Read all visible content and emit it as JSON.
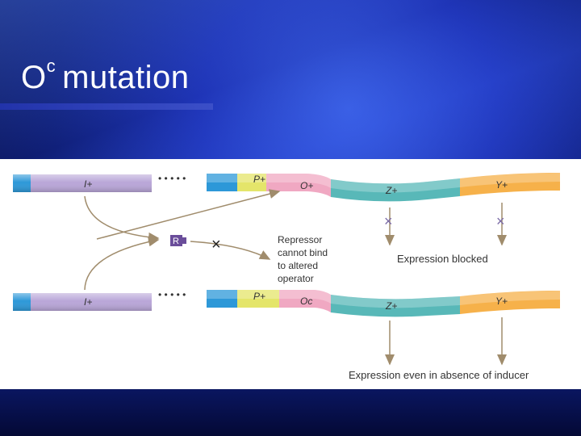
{
  "slide": {
    "title_main": "O",
    "title_sup": "c",
    "title_rest": "mutation"
  },
  "diagram": {
    "top_strand": {
      "i_label": "I+",
      "p_label": "P+",
      "o_label": "O+",
      "z_label": "Z+",
      "y_label": "Y+",
      "dots": "• • • • •"
    },
    "bottom_strand": {
      "i_label": "I+",
      "p_label": "P+",
      "o_label": "Oc",
      "z_label": "Z+",
      "y_label": "Y+",
      "dots": "• • • • •"
    },
    "repressor_label": "R",
    "note_lines": [
      "Repressor",
      "cannot bind",
      "to altered",
      "operator"
    ],
    "blocked_text": "Expression blocked",
    "expression_text": "Expression even in absence of inducer",
    "colors": {
      "i_gene": "#b9a6d8",
      "p_region": "#e4e56a",
      "o_region": "#f0a8c2",
      "z_gene": "#58b8b8",
      "y_gene": "#f6b14a",
      "end_cap": "#2d98d8",
      "repressor": "#6a4d9a",
      "arrow": "#a08c6c"
    }
  }
}
